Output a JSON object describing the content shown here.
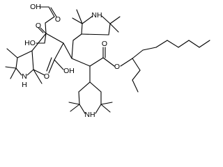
{
  "structure": {
    "atom_labels": {
      "acid_1_oh": "OH",
      "acid_1_o": "O",
      "acid_2_oh": "HO",
      "acid_2_o": "O",
      "acid_3_o": "O",
      "acid_3_oh": "OH",
      "ester_o_carbonyl": "O",
      "ester_o_link": "O",
      "nh_top": "NH",
      "nh_left": "N",
      "nh_left_h": "H",
      "nh_bottom": "NH"
    }
  }
}
